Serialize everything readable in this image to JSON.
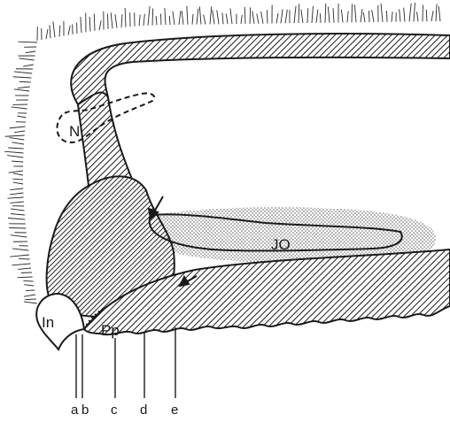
{
  "figure": {
    "labels": {
      "n": "N",
      "jo": "JO",
      "in": "In",
      "pp": "Pp"
    },
    "section_markers": [
      "a",
      "b",
      "c",
      "d",
      "e"
    ]
  }
}
